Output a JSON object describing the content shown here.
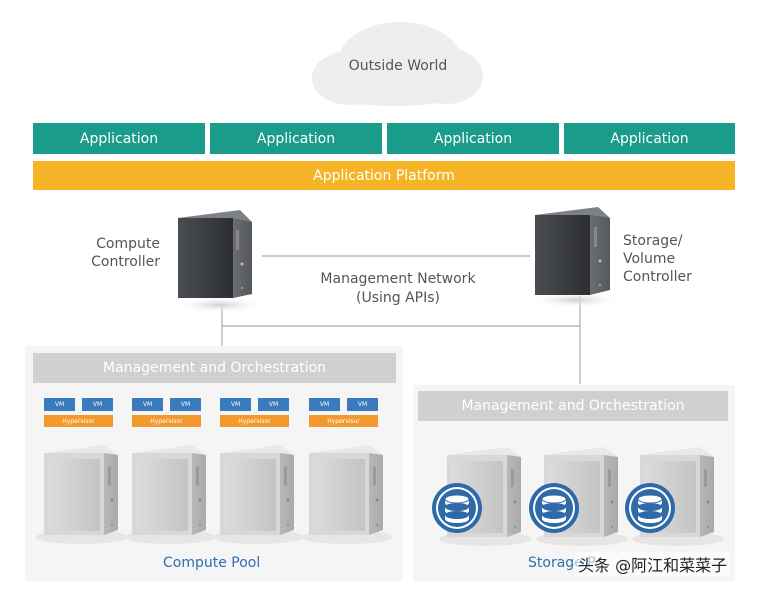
{
  "cloud": {
    "label": "Outside World"
  },
  "applications": [
    "Application",
    "Application",
    "Application",
    "Application"
  ],
  "platform": {
    "label": "Application Platform"
  },
  "compute_controller": {
    "label_line1": "Compute",
    "label_line2": "Controller"
  },
  "storage_controller": {
    "label_line1": "Storage/",
    "label_line2": "Volume",
    "label_line3": "Controller"
  },
  "network": {
    "line1": "Management Network",
    "line2": "(Using APIs)"
  },
  "compute_pool": {
    "mgmt_label": "Management and Orchestration",
    "vm_label": "VM",
    "hypervisor_label": "Hypervisor",
    "pool_label": "Compute Pool"
  },
  "storage_pool": {
    "mgmt_label": "Management and Orchestration",
    "pool_label": "Storage P"
  },
  "watermark": "头条 @阿江和菜菜子",
  "colors": {
    "application": "#1a9c8a",
    "platform": "#f5b425",
    "vm": "#3a7bbd",
    "hypervisor": "#f29a2e",
    "mgmt_bar": "#d0d0d0",
    "pool_label": "#2d6fb0",
    "database": "#2f6aa8"
  }
}
